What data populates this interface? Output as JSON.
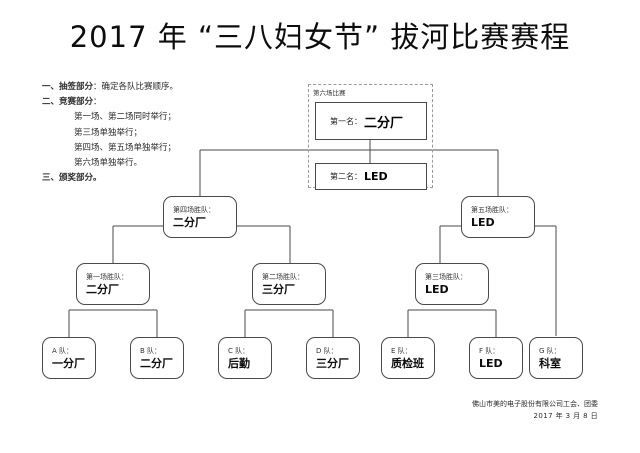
{
  "title": "2017 年 “三八妇女节” 拔河比赛赛程",
  "notes": {
    "item1_head": "一、抽签部分",
    "item1_body": "：确定各队比赛顺序。",
    "item2_head": "二、竞赛部分",
    "item2_body": "：",
    "item2_lines": [
      "第一场、第二场同时举行；",
      "第三场单独举行；",
      "第四场、第五场单独举行；",
      "第六场单独举行。"
    ],
    "item3_head": "三、颁奖部分。",
    "item3_body": ""
  },
  "final": {
    "group_label": "第六场比赛",
    "first": {
      "label": "第一名：",
      "value": "二分厂"
    },
    "second": {
      "label": "第二名：",
      "value": "LED"
    }
  },
  "semifinals": [
    {
      "label": "第四场胜队：",
      "value": "二分厂"
    },
    {
      "label": "第五场胜队：",
      "value": "LED"
    }
  ],
  "quarterfinals": [
    {
      "label": "第一场胜队：",
      "value": "二分厂"
    },
    {
      "label": "第二场胜队：",
      "value": "三分厂"
    },
    {
      "label": "第三场胜队：",
      "value": "LED"
    }
  ],
  "teams": [
    {
      "label": "A 队：",
      "value": "一分厂"
    },
    {
      "label": "B 队：",
      "value": "二分厂"
    },
    {
      "label": "C 队：",
      "value": "后勤"
    },
    {
      "label": "D 队：",
      "value": "三分厂"
    },
    {
      "label": "E 队：",
      "value": "质检班"
    },
    {
      "label": "F 队：",
      "value": "LED"
    },
    {
      "label": "G 队：",
      "value": "科室"
    }
  ],
  "footer": {
    "line1": "佛山市美的电子股份有限公司工会、团委",
    "line2": "2017 年 3 月 8 日"
  },
  "colors": {
    "line": "#4a4a4a",
    "dashed": "#9a9a9a",
    "text": "#0d0d0d",
    "background": "#ffffff"
  }
}
